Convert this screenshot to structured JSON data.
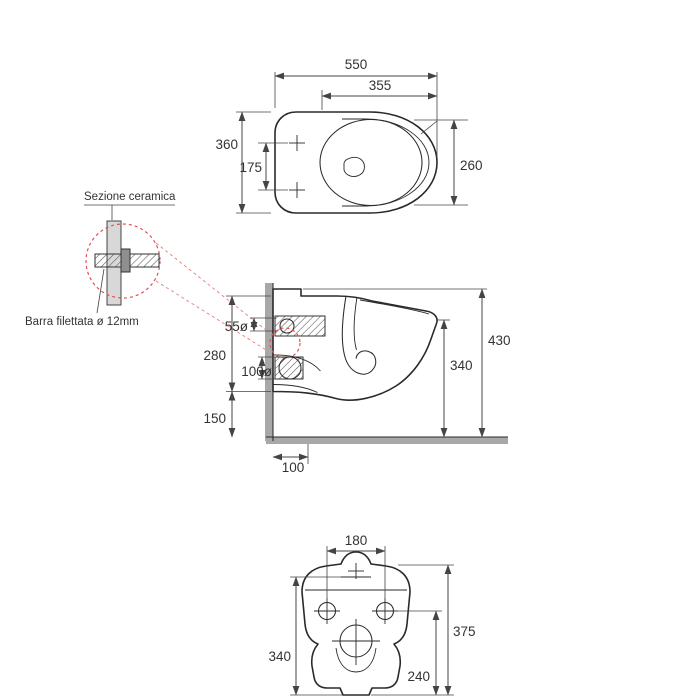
{
  "colors": {
    "line": "#2a2a2a",
    "dim": "#444444",
    "wall": "#a8a8a8",
    "red": "#e05252",
    "ceramic": "#d8d8d8"
  },
  "detail": {
    "section_label": "Sezione ceramica",
    "rod_label": "Barra filettata ø 12mm"
  },
  "top_view": {
    "overall_length": "550",
    "bowl_length": "355",
    "overall_width": "360",
    "hole_spacing": "175",
    "bowl_width": "260"
  },
  "side_view": {
    "inlet_diameter": "55ø",
    "back_height": "280",
    "outlet_diameter": "100ø",
    "total_height": "430",
    "rim_height": "340",
    "clearance_height": "150",
    "outlet_distance": "100"
  },
  "front_view": {
    "hole_spacing": "180",
    "overall_height": "375",
    "inlet_height": "340",
    "lower_height": "240"
  }
}
